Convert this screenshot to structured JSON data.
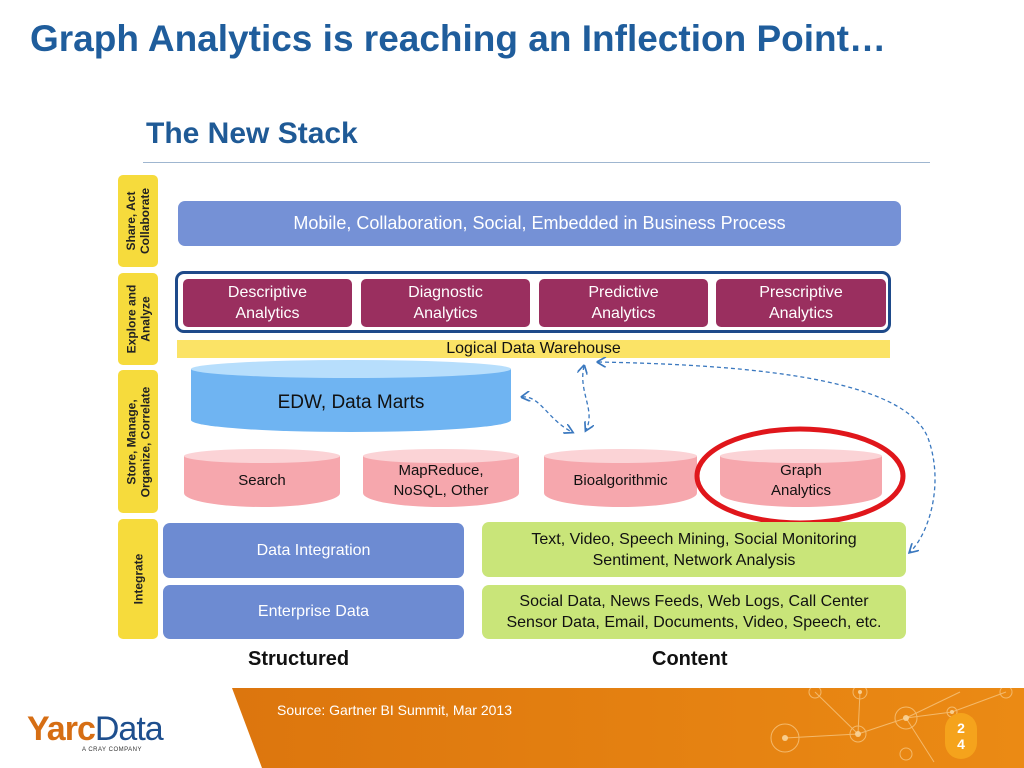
{
  "slide": {
    "title": "Graph Analytics is reaching an Inflection Point…",
    "source": "Source: Gartner BI Summit, Mar 2013",
    "page_number": "2\n4",
    "logo": {
      "part1": "Yarc",
      "part2": "Data",
      "tagline": "A CRAY COMPANY"
    }
  },
  "stack": {
    "title": "The New Stack",
    "side_labels": {
      "share": "Share, Act\nCollaborate",
      "explore": "Explore and\nAnalyze",
      "store": "Store, Manage,\nOrganize, Correlate",
      "integrate": "Integrate"
    },
    "top_bar": "Mobile, Collaboration, Social, Embedded in Business Process",
    "analytics": [
      "Descriptive\nAnalytics",
      "Diagnostic\nAnalytics",
      "Predictive\nAnalytics",
      "Prescriptive\nAnalytics"
    ],
    "logical_dw": "Logical Data Warehouse",
    "edw": "EDW, Data Marts",
    "stores": [
      "Search",
      "MapReduce,\nNoSQL, Other",
      "Bioalgorithmic",
      "Graph\nAnalytics"
    ],
    "data_integration": "Data Integration",
    "enterprise_data": "Enterprise Data",
    "text_mining": "Text, Video, Speech Mining, Social Monitoring\nSentiment, Network Analysis",
    "social_data": "Social Data, News Feeds, Web Logs, Call Center\nSensor Data, Email, Documents, Video, Speech, etc.",
    "structured": "Structured",
    "content": "Content"
  },
  "colors": {
    "title_blue": "#1f5d9c",
    "highlight_red": "#e0161b",
    "footer_orange": "#e17a0f",
    "analytics_maroon": "#9a2f5f"
  }
}
